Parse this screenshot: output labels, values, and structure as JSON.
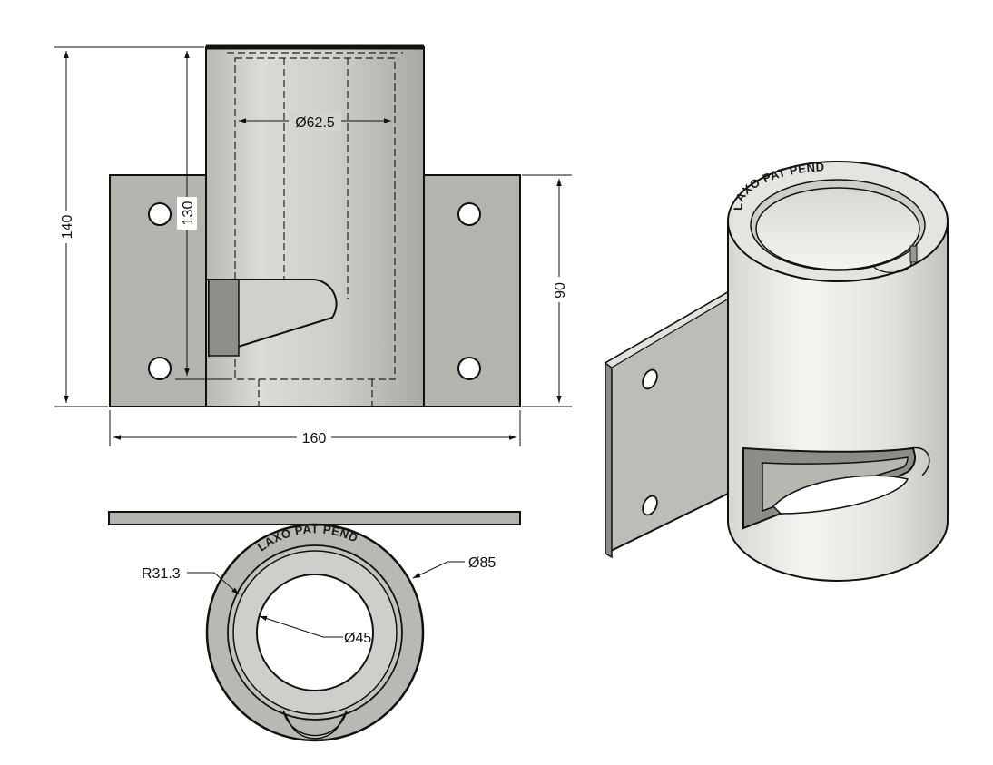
{
  "dimensions": {
    "overall_height": "140",
    "tube_height": "130",
    "plate_height": "90",
    "plate_width": "160",
    "tube_inner_diameter": "Ø62.5",
    "outer_diameter": "Ø85",
    "bore_diameter": "Ø45",
    "slot_radius": "R31.3"
  },
  "engraving": {
    "top_view_text": "LAXO PAT PEND",
    "iso_view_text": "LAXO PAT PEND"
  },
  "colors": {
    "plate": "#b4b3ae",
    "tube": "#c9c8c3",
    "outline": "#111111",
    "background": "#ffffff"
  }
}
